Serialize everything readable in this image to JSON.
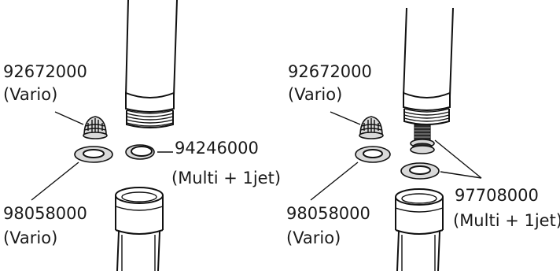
{
  "colors": {
    "line": "#111111",
    "part_fill": "#d9d9d9",
    "background": "#ffffff"
  },
  "left_panel": {
    "label_top_code": "92672000",
    "label_top_variant": "(Vario)",
    "label_mid_code": "94246000",
    "label_mid_variant": "(Multi + 1jet)",
    "label_bottom_code": "98058000",
    "label_bottom_variant": "(Vario)"
  },
  "right_panel": {
    "label_top_code": "92672000",
    "label_top_variant": "(Vario)",
    "label_mid_code": "97708000",
    "label_mid_variant": "(Multi + 1jet)",
    "label_bottom_code": "98058000",
    "label_bottom_variant": "(Vario)"
  }
}
